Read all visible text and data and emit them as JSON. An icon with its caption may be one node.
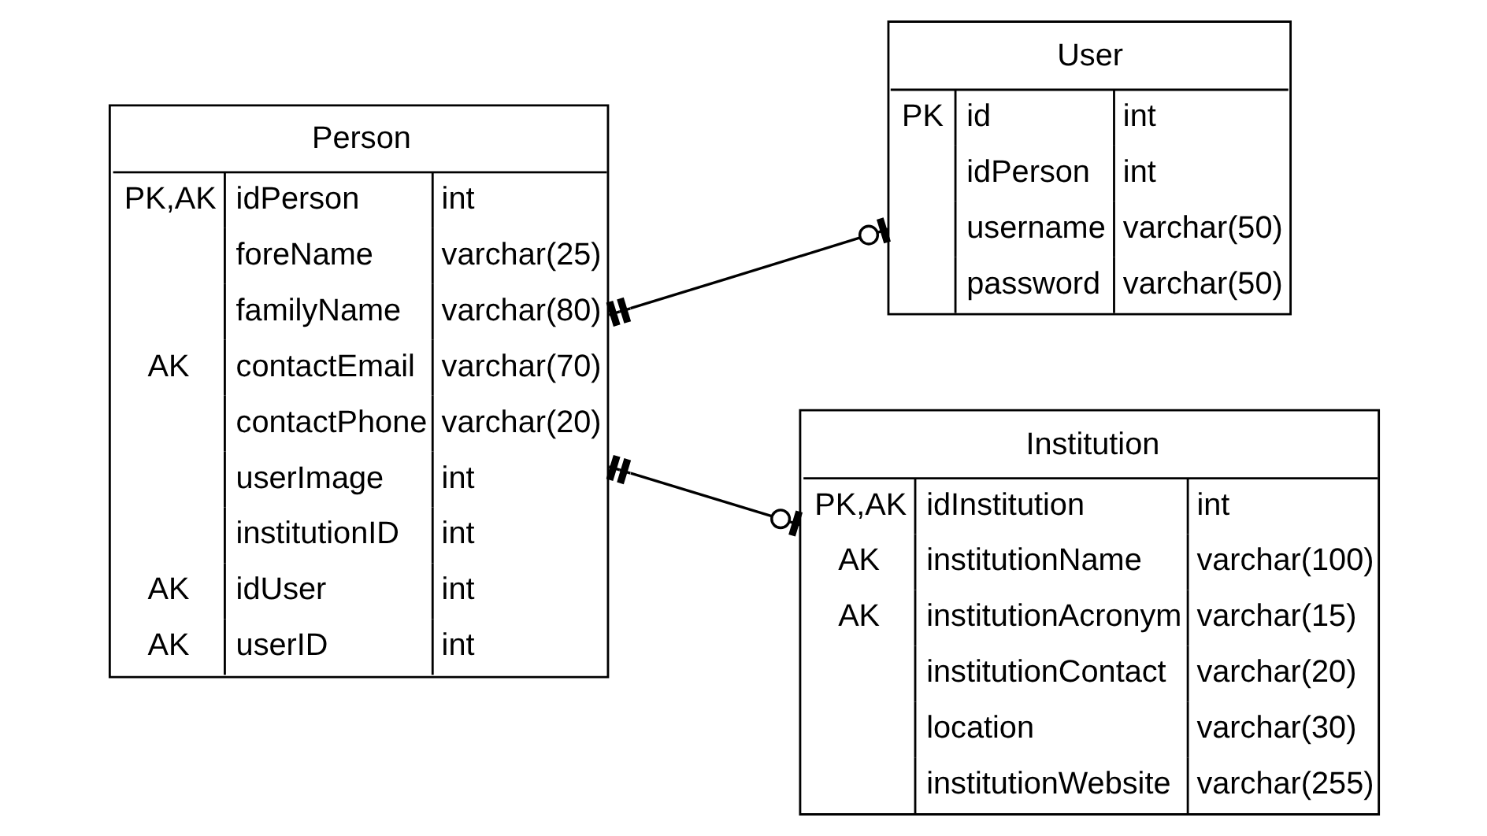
{
  "diagram": {
    "nodes": [
      {
        "text": [
          "Person",
          "PK,AK",
          "idPerson",
          "int",
          "foreName",
          "varchar(25)",
          "familyName",
          "varchar(80)",
          "AK",
          "contactEmail",
          "varchar(70)",
          "contactPhone",
          "varchar(20)",
          "userImage",
          "int",
          "institutionID",
          "int",
          "AK",
          "idUser",
          "int",
          "AK",
          "userID",
          "int"
        ]
      },
      {
        "text": [
          "User",
          "PK",
          "id",
          "int",
          "idPerson",
          "int",
          "username",
          "varchar(50)",
          "password",
          "varchar(50)"
        ]
      },
      {
        "text": [
          "Institution",
          "PK,AK",
          "idInstitution",
          "int",
          "AK",
          "institutionName",
          "varchar(100)",
          "AK",
          "institutionAcronym",
          "varchar(15)",
          "institutionContact",
          "varchar(20)",
          "location",
          "varchar(30)",
          "institutionWebsite",
          "varchar(255)"
        ]
      }
    ],
    "edges": [
      {
        "from": 0,
        "to": 1,
        "arrow": "other"
      },
      {
        "from": 0,
        "to": 2,
        "arrow": "other"
      }
    ]
  }
}
